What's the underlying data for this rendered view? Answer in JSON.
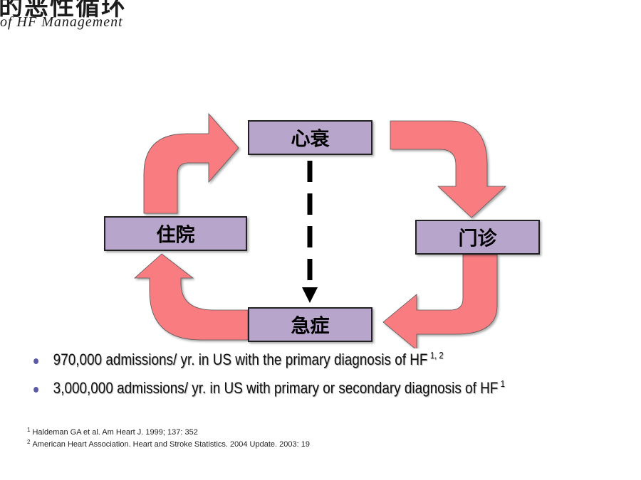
{
  "header": {
    "title_cn": "的恶性循环",
    "subtitle_en": "of HF Management"
  },
  "diagram": {
    "boxes": {
      "top": "心衰",
      "left": "住院",
      "right": "门诊",
      "bottom": "急症"
    },
    "colors": {
      "box_fill": "#b8a5cc",
      "box_stroke": "#222222",
      "arrow_fill": "#f97c80",
      "arrow_stroke": "#555555"
    }
  },
  "bullets": [
    {
      "text": "970,000 admissions/ yr. in US with the primary diagnosis of HF",
      "sup": "1, 2"
    },
    {
      "text": "3,000,000 admissions/ yr. in US with primary or secondary diagnosis of HF",
      "sup": "1"
    }
  ],
  "references": [
    {
      "num": "1",
      "text": "Haldeman GA et al. Am Heart J. 1999; 137: 352"
    },
    {
      "num": "2",
      "text": "American Heart Association. Heart and Stroke Statistics. 2004 Update. 2003: 19"
    }
  ]
}
